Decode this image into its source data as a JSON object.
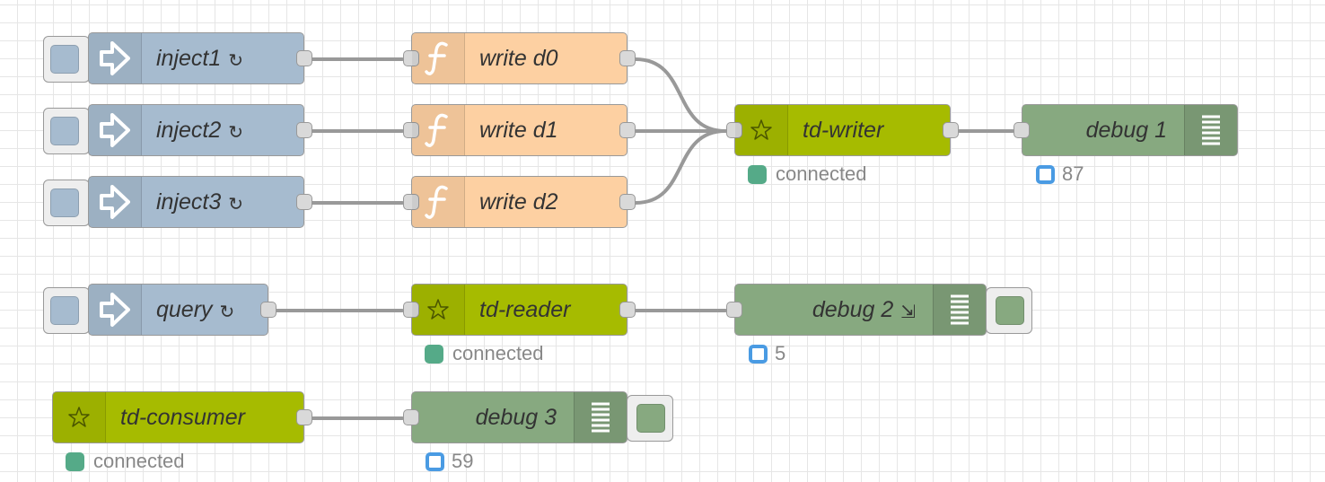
{
  "flow": {
    "nodes": {
      "inject1": {
        "label": "inject1",
        "repeat_symbol": "↻",
        "type": "inject",
        "icon": "arrow-in-icon"
      },
      "inject2": {
        "label": "inject2",
        "repeat_symbol": "↻",
        "type": "inject",
        "icon": "arrow-in-icon"
      },
      "inject3": {
        "label": "inject3",
        "repeat_symbol": "↻",
        "type": "inject",
        "icon": "arrow-in-icon"
      },
      "query": {
        "label": "query",
        "repeat_symbol": "↻",
        "type": "inject",
        "icon": "arrow-in-icon"
      },
      "write_d0": {
        "label": "write d0",
        "type": "function",
        "icon": "function-icon"
      },
      "write_d1": {
        "label": "write d1",
        "type": "function",
        "icon": "function-icon"
      },
      "write_d2": {
        "label": "write d2",
        "type": "function",
        "icon": "function-icon"
      },
      "td_writer": {
        "label": "td-writer",
        "type": "tdengine",
        "icon": "star-icon",
        "status": "connected"
      },
      "td_reader": {
        "label": "td-reader",
        "type": "tdengine",
        "icon": "star-icon",
        "status": "connected"
      },
      "td_consumer": {
        "label": "td-consumer",
        "type": "tdengine",
        "icon": "star-icon",
        "status": "connected"
      },
      "debug1": {
        "label": "debug 1",
        "type": "debug",
        "icon": "debug-list-icon",
        "status": "87"
      },
      "debug2": {
        "label": "debug 2",
        "extra_symbol": "⇲",
        "type": "debug",
        "icon": "debug-list-icon",
        "status": "5"
      },
      "debug3": {
        "label": "debug 3",
        "type": "debug",
        "icon": "debug-list-icon",
        "status": "59"
      }
    }
  },
  "colors": {
    "inject": "#a6bbcf",
    "function": "#fdd0a2",
    "tdengine": "#a6bb00",
    "debug": "#87a980",
    "status_connected": "#55aa88",
    "status_count": "#4a9be3",
    "wire": "#999999"
  }
}
